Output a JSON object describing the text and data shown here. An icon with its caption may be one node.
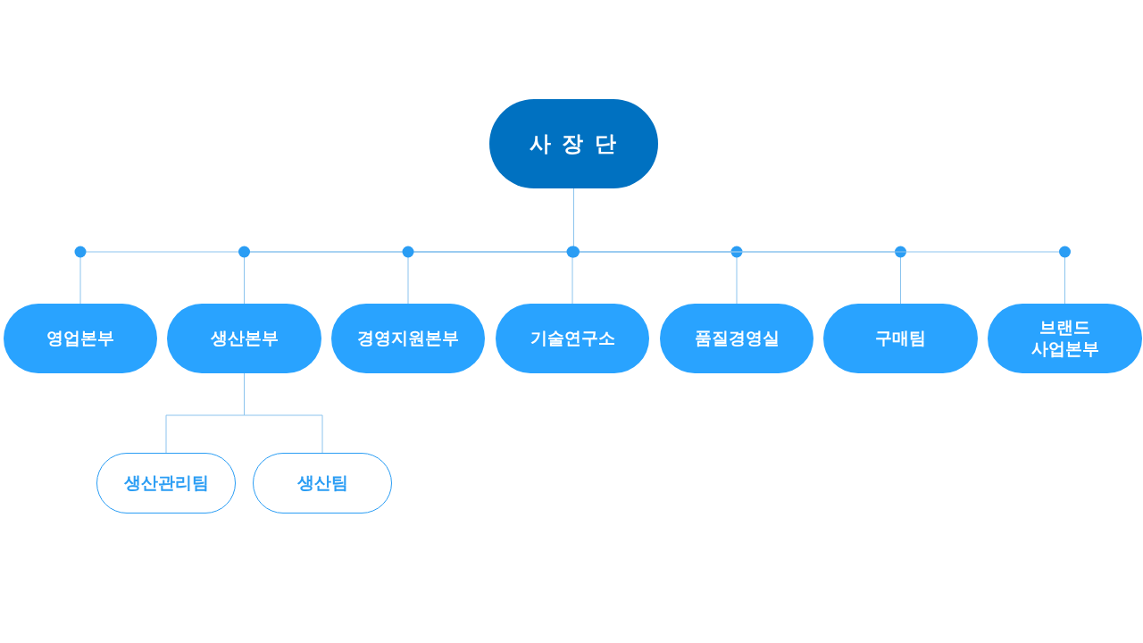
{
  "diagram": {
    "nodes": [
      {
        "text": [
          "사 장 단"
        ]
      },
      {
        "text": [
          "영업본부"
        ]
      },
      {
        "text": [
          "생산본부"
        ]
      },
      {
        "text": [
          "경영지원본부"
        ]
      },
      {
        "text": [
          "기술연구소"
        ]
      },
      {
        "text": [
          "품질경영실"
        ]
      },
      {
        "text": [
          "구매팀"
        ]
      },
      {
        "text": [
          "브랜드 사업본부"
        ]
      },
      {
        "text": [
          "생산관리팀"
        ]
      },
      {
        "text": [
          "생산팀"
        ]
      }
    ],
    "edges": [
      {
        "from": 0,
        "to": 1,
        "arrow": "none"
      },
      {
        "from": 0,
        "to": 2,
        "arrow": "none"
      },
      {
        "from": 0,
        "to": 3,
        "arrow": "none"
      },
      {
        "from": 0,
        "to": 4,
        "arrow": "none"
      },
      {
        "from": 0,
        "to": 5,
        "arrow": "none"
      },
      {
        "from": 0,
        "to": 6,
        "arrow": "none"
      },
      {
        "from": 0,
        "to": 7,
        "arrow": "none"
      },
      {
        "from": 2,
        "to": 8,
        "arrow": "none"
      },
      {
        "from": 2,
        "to": 9,
        "arrow": "none"
      }
    ]
  }
}
